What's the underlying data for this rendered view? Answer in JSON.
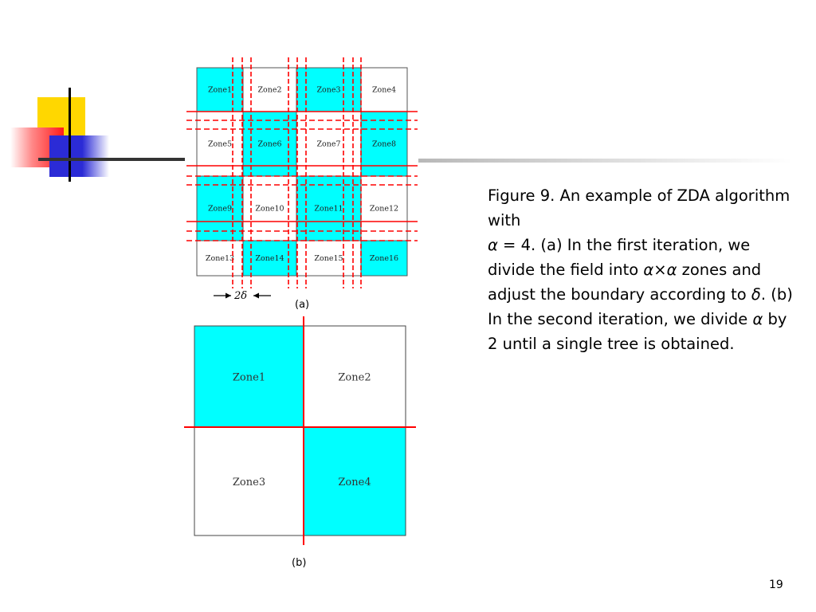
{
  "figure_a": {
    "caption": "(a)",
    "delta_label": "2δ",
    "fill_color": "#00ffff",
    "boundary_color": "#ff0000",
    "zones": [
      {
        "label": "Zone1",
        "filled": true
      },
      {
        "label": "Zone2",
        "filled": false
      },
      {
        "label": "Zone3",
        "filled": true
      },
      {
        "label": "Zone4",
        "filled": false
      },
      {
        "label": "Zone5",
        "filled": false
      },
      {
        "label": "Zone6",
        "filled": true
      },
      {
        "label": "Zone7",
        "filled": false
      },
      {
        "label": "Zone8",
        "filled": true
      },
      {
        "label": "Zone9",
        "filled": true
      },
      {
        "label": "Zone10",
        "filled": false
      },
      {
        "label": "Zone11",
        "filled": true
      },
      {
        "label": "Zone12",
        "filled": false
      },
      {
        "label": "Zone13",
        "filled": false
      },
      {
        "label": "Zone14",
        "filled": true
      },
      {
        "label": "Zone15",
        "filled": false
      },
      {
        "label": "Zone16",
        "filled": true
      }
    ]
  },
  "figure_b": {
    "caption": "(b)",
    "zones": [
      {
        "label": "Zone1",
        "filled": true
      },
      {
        "label": "Zone2",
        "filled": false
      },
      {
        "label": "Zone3",
        "filled": false
      },
      {
        "label": "Zone4",
        "filled": true
      }
    ]
  },
  "caption": {
    "l1": "Figure 9. An example of ZDA algorithm with",
    "l2_var": "α",
    "l2": " = 4. (a) In the first iteration, we divide the field into ",
    "axa_1": "α",
    "axa_x": "×",
    "axa_2": "α",
    "l3": " zones and adjust the boundary according to ",
    "delta": "δ",
    "l4": ". (b) In the second iteration, we divide ",
    "l4_var": "α",
    "l5": " by 2 until a single tree is obtained."
  },
  "page_number": "19"
}
